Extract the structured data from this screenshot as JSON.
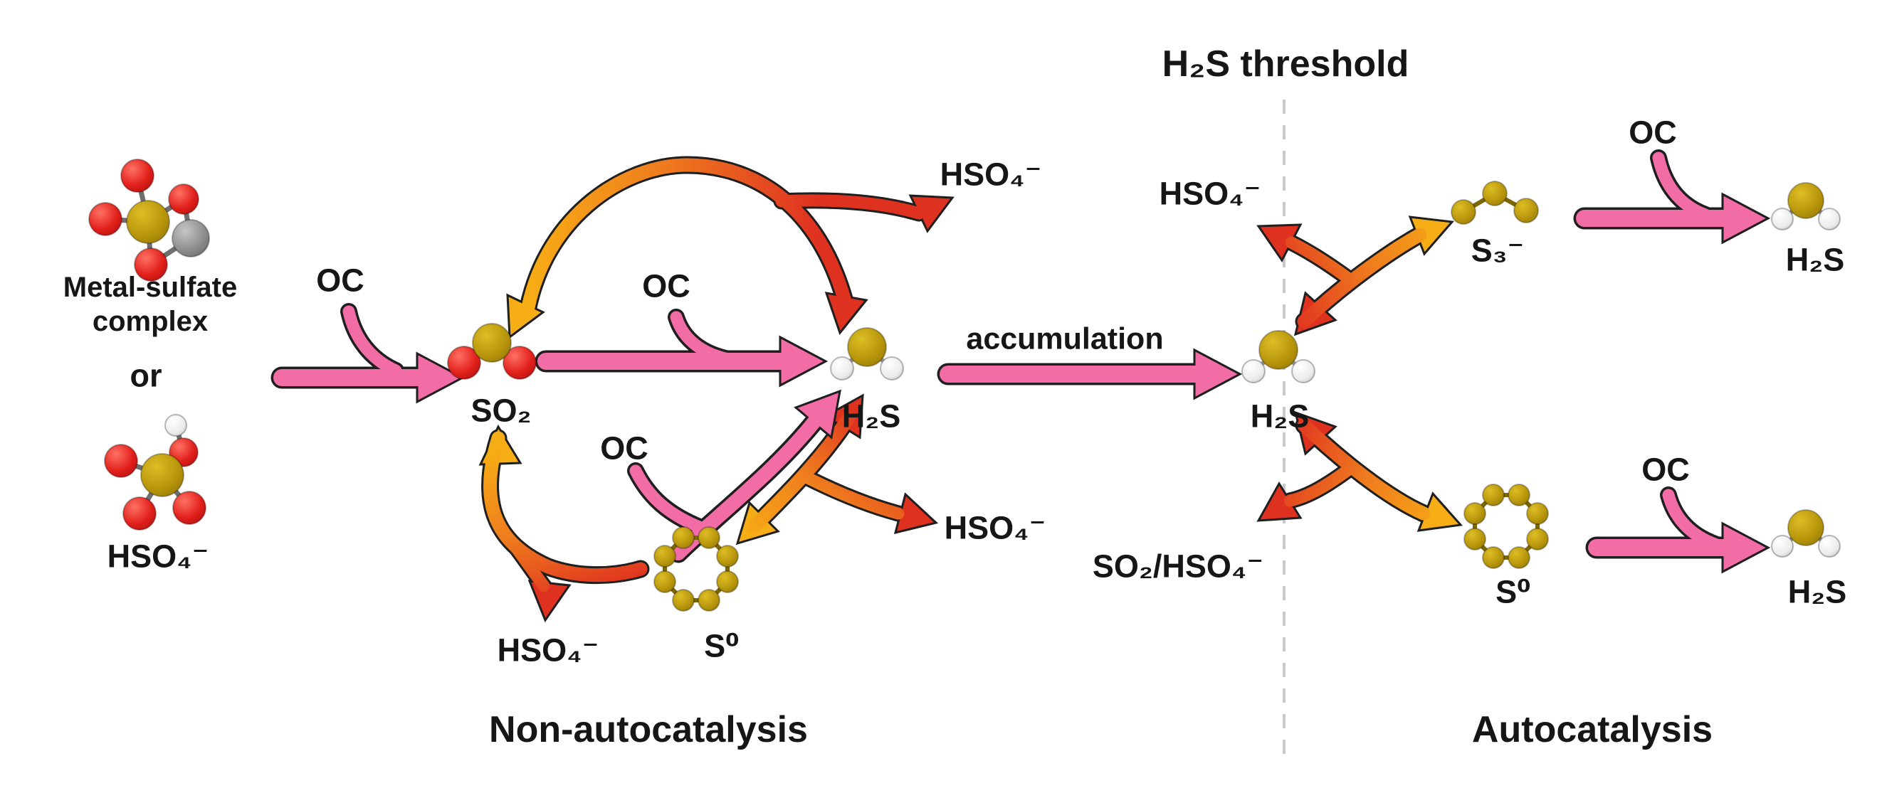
{
  "sections": {
    "left_title": "Non-autocatalysis",
    "right_title": "Autocatalysis",
    "divider_title": "H₂S threshold"
  },
  "labels": {
    "metal_sulfate_line1": "Metal-sulfate",
    "metal_sulfate_line2": "complex",
    "or": "or",
    "hso4_left": "HSO₄⁻",
    "oc_left": "OC",
    "so2": "SO₂",
    "oc_mid": "OC",
    "h2s_left": "H₂S",
    "hso4_top": "HSO₄⁻",
    "oc_lower": "OC",
    "hso4_bottom_left": "HSO₄⁻",
    "s0_left": "S⁰",
    "hso4_mid_right": "HSO₄⁻",
    "accumulation": "accumulation",
    "hso4_right_top": "HSO₄⁻",
    "h2s_center_right": "H₂S",
    "s3_minus": "S₃⁻",
    "oc_right_top": "OC",
    "h2s_right_top": "H₂S",
    "so2_hso4_right": "SO₂/HSO₄⁻",
    "s0_right": "S⁰",
    "oc_right_bottom": "OC",
    "h2s_right_bottom": "H₂S"
  },
  "molecule_icons": {
    "metal_sulfate_complex": "metal-sulfate-complex-ball-and-stick",
    "hydrogen_sulfate": "hso4-ball-and-stick",
    "sulfur_dioxide": "so2-ball-and-stick",
    "hydrogen_sulfide": "h2s-ball-and-stick",
    "elemental_sulfur_ring": "s8-ring-ball-and-stick",
    "trisulfur": "s3-chain-ball-and-stick"
  },
  "colors": {
    "background": "#FFFFFF",
    "arrow_pink": "#F26CA6",
    "arrow_yellow": "#F7AD15",
    "arrow_orange": "#EF7D1E",
    "arrow_red": "#DF3120",
    "arrow_outline": "#1F1F1F",
    "sulfur_atom": "#B8960C",
    "oxygen_atom": "#E11F1B",
    "hydrogen_atom": "#EDEDED",
    "metal_atom": "#8E8E8E",
    "dashed_divider": "#C9C9C9",
    "text": "#161616"
  }
}
